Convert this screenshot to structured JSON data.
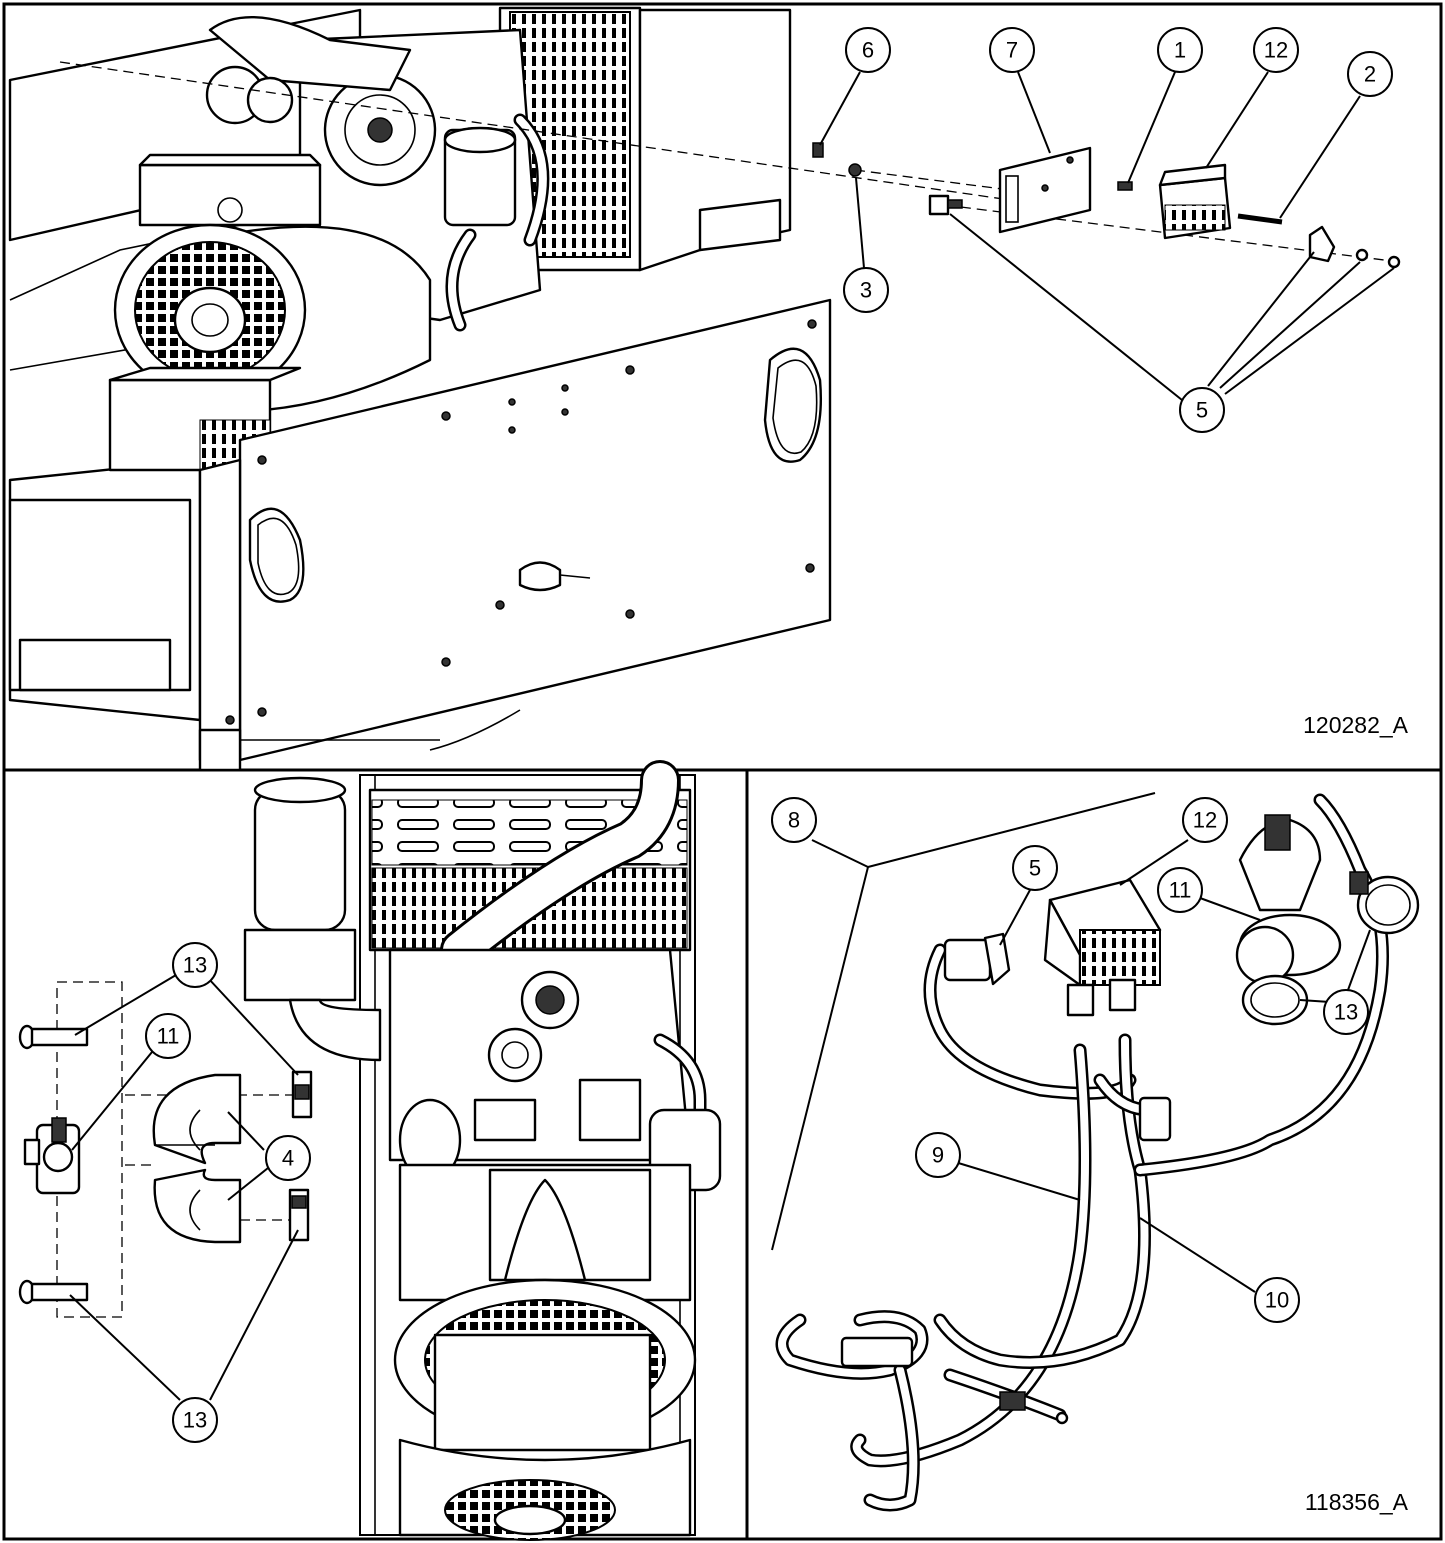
{
  "figures": [
    {
      "id": "top",
      "label": "120282_A"
    },
    {
      "id": "bottom-right",
      "label": "118356_A"
    }
  ],
  "callouts": {
    "top": [
      "6",
      "7",
      "1",
      "12",
      "2",
      "3",
      "5"
    ],
    "bottom_left": [
      "13",
      "11",
      "4",
      "13"
    ],
    "bottom_right": [
      "8",
      "12",
      "5",
      "11",
      "13",
      "9",
      "10"
    ]
  }
}
